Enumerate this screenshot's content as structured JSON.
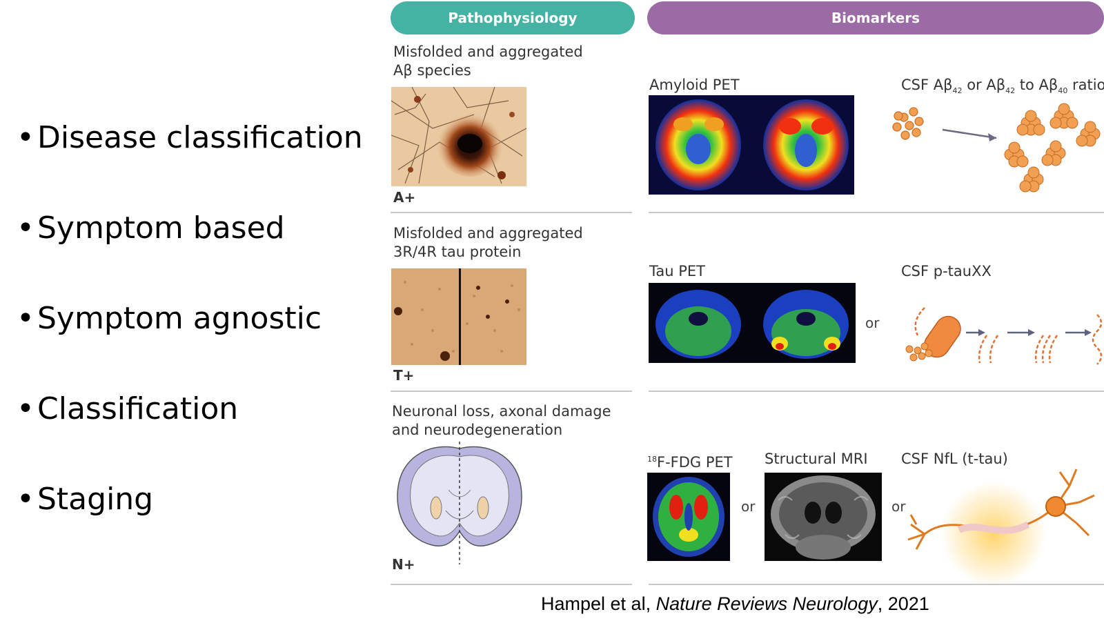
{
  "bullets": [
    "Disease classification",
    "Symptom based",
    "Symptom agnostic",
    "Classification",
    "Staging"
  ],
  "bullet_glyph": "•",
  "headers": {
    "pathophysiology": "Pathophysiology",
    "biomarkers": "Biomarkers"
  },
  "rows": {
    "amyloid": {
      "patho_line1": "Misfolded and aggregated",
      "patho_line2": "Aβ species",
      "tag": "A+",
      "pet_label": "Amyloid PET",
      "csf_label_a": "CSF Aβ",
      "csf_sub_a": "42",
      "csf_label_b": " or Aβ",
      "csf_sub_b": "42",
      "csf_label_c": " to Aβ",
      "csf_sub_c": "40",
      "csf_label_d": " ratio"
    },
    "tau": {
      "patho_line1": "Misfolded and aggregated",
      "patho_line2": "3R/4R tau protein",
      "tag": "T+",
      "pet_label": "Tau PET",
      "or_label": "or",
      "csf_label": "CSF p-tauXX"
    },
    "neuro": {
      "patho_line1": "Neuronal loss, axonal damage",
      "patho_line2": "and neurodegeneration",
      "tag": "N+",
      "fdg_sup": "18",
      "fdg_label": "F-FDG PET",
      "or_label_1": "or",
      "mri_label": "Structural MRI",
      "or_label_2": "or",
      "csf_label": "CSF NfL (t-tau)"
    }
  },
  "citation": {
    "authors": "Hampel et al, ",
    "journal": "Nature Reviews Neurology",
    "year": ", 2021"
  },
  "colors": {
    "pathophysiology_header": "#45b3a4",
    "biomarkers_header": "#9b6ba5",
    "divider": "#c8c8c8",
    "tau_orange": "#e8813a",
    "amyloid_orange": "#f0a050"
  }
}
